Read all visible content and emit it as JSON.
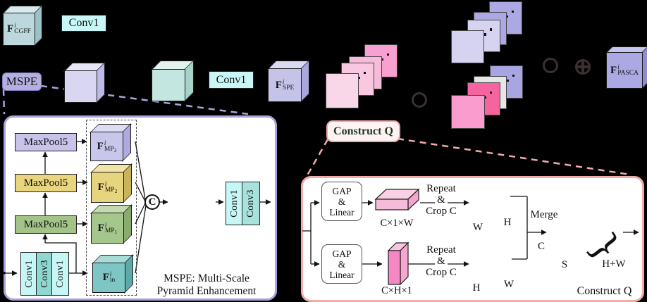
{
  "figure": {
    "background": "#000000",
    "type": "architecture-diagram"
  },
  "palette": {
    "conv_label_bg": "#C9F7F7",
    "mspe_tag_bg": "#B4AFE1",
    "mspe_box_border": "#A9A5D8",
    "construct_box_border": "#F2ACA6",
    "construct_tag_text": "#1E3A1E",
    "maxpool_purple": "#C7C3EA",
    "maxpool_yellow": "#E8D57E",
    "maxpool_green": "#A3C489",
    "teal_cube": "#7EC6C6",
    "pink_light": "#FAD6E9",
    "pink_bright": "#F99FD2",
    "magenta": "#F5649F",
    "lavender": "#ACA8E3"
  },
  "top_row": {
    "cgff_cube": {
      "base": "F",
      "sup": "i",
      "sub": "CGFF"
    },
    "conv1_a": "Conv1",
    "mspe_tag": "MSPE",
    "conv1_b": "Conv1",
    "spe_cube": {
      "base": "F",
      "sup": "i",
      "sub": "SPE"
    },
    "construct_q_tag": "Construct Q",
    "pasca_cube": {
      "base": "F",
      "sup": "i",
      "sub": "PASCA"
    },
    "operators": {
      "circle_1": "circle-operator",
      "circle_2": "circle-operator",
      "oplus": "circled-plus-operator"
    }
  },
  "mspe_box": {
    "maxpool": [
      "MaxPool5",
      "MaxPool5",
      "MaxPool5"
    ],
    "cube_mp3": {
      "base": "F",
      "sup": "i",
      "sub": "MP",
      "subsub": "3"
    },
    "cube_mp2": {
      "base": "F",
      "sup": "i",
      "sub": "MP",
      "subsub": "2"
    },
    "cube_mp1": {
      "base": "F",
      "sup": "i",
      "sub": "MP",
      "subsub": "1"
    },
    "cube_in": {
      "base": "F",
      "sup": "i",
      "sub": "in"
    },
    "conv_stack": [
      "Conv1",
      "Conv3",
      "Conv1"
    ],
    "concat": "C",
    "out_conv": [
      "Conv1",
      "Conv3"
    ],
    "caption": [
      "MSPE: Multi-Scale",
      "Pyramid Enhancement"
    ]
  },
  "construct_q_box": {
    "gap_lines": [
      "GAP",
      "&",
      "Linear"
    ],
    "repeat_lines": [
      "Repeat",
      "&",
      "Crop C"
    ],
    "dim_top": "C×1×W",
    "dim_bottom": "C×H×1",
    "pair_top": {
      "front": "W",
      "back": "H"
    },
    "pair_bottom": {
      "front": "H",
      "back": "W"
    },
    "merge": "Merge",
    "stack": {
      "left": "C",
      "bottom": "S",
      "brace_glyph": "}",
      "brace_label": "H+W"
    },
    "caption": "Construct Q"
  }
}
